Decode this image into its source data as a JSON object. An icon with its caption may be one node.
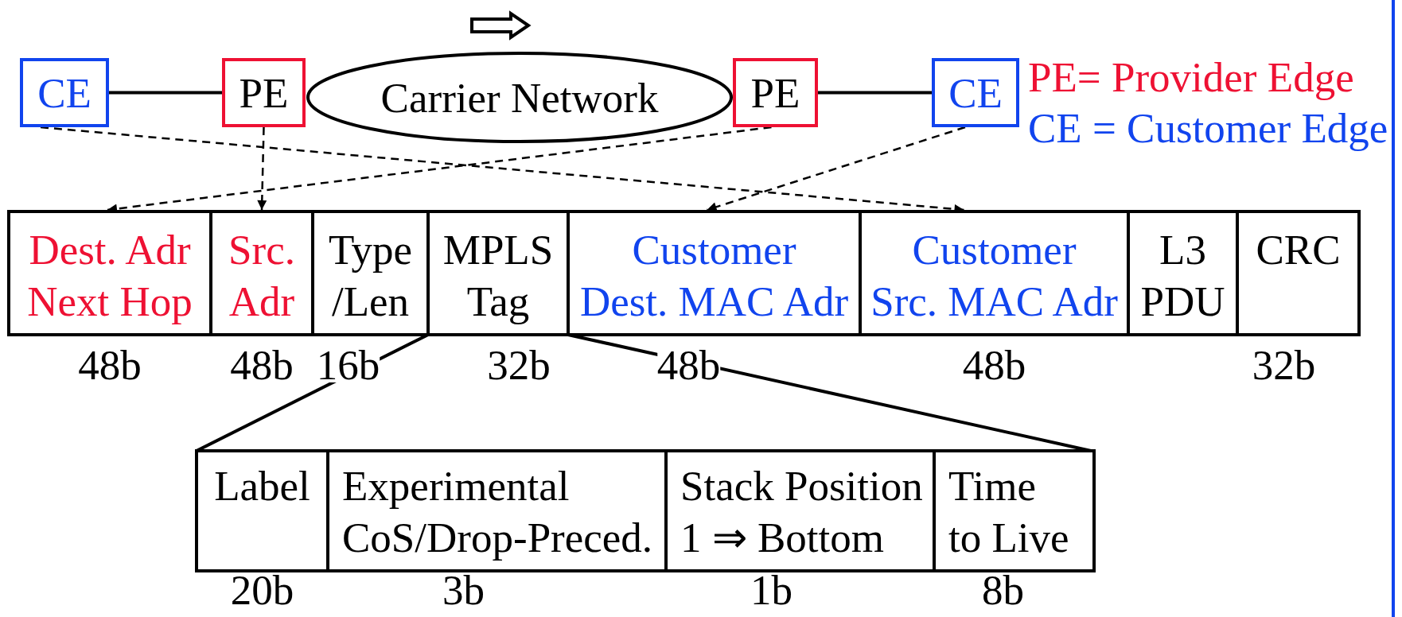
{
  "diagram": {
    "nodes": [
      {
        "text": [
          "CE"
        ]
      },
      {
        "text": [
          "PE"
        ]
      },
      {
        "text": [
          "Carrier Network"
        ]
      },
      {
        "text": [
          "PE"
        ]
      },
      {
        "text": [
          "CE"
        ]
      },
      {
        "text": [
          "Dest. Adr Next Hop"
        ],
        "beside": [
          "48b"
        ]
      },
      {
        "text": [
          "Src. Adr"
        ],
        "beside": [
          "48b"
        ]
      },
      {
        "text": [
          "Type /Len"
        ],
        "beside": [
          "16b"
        ]
      },
      {
        "text": [
          "MPLS Tag"
        ],
        "beside": [
          "32b"
        ]
      },
      {
        "text": [
          "Customer Dest. MAC Adr"
        ],
        "beside": [
          "48b"
        ]
      },
      {
        "text": [
          "Customer Src. MAC Adr"
        ],
        "beside": [
          "48b"
        ]
      },
      {
        "text": [
          "L3 PDU"
        ]
      },
      {
        "text": [
          "CRC"
        ],
        "beside": [
          "32b"
        ]
      },
      {
        "text": [],
        "shape": "box"
      },
      {
        "text": [
          "Label"
        ],
        "in": 13,
        "beside": [
          "20b"
        ]
      },
      {
        "text": [
          "Experimental CoS/Drop-Preced."
        ],
        "in": 13,
        "beside": [
          "3b"
        ]
      },
      {
        "text": [
          "Stack Position 1 ⇒ Bottom"
        ],
        "in": 13,
        "beside": [
          "1b"
        ]
      },
      {
        "text": [
          "Time to Live"
        ],
        "in": 13,
        "beside": [
          "8b"
        ]
      }
    ],
    "edges": [
      {
        "from": 0,
        "to": 1,
        "arrow": "none"
      },
      {
        "from": 3,
        "to": 4,
        "arrow": "none"
      },
      {
        "from": 0,
        "to": 10,
        "arrow": "to",
        "style": "dashed"
      },
      {
        "from": 1,
        "to": 6,
        "arrow": "to",
        "style": "dashed"
      },
      {
        "from": 3,
        "to": 5,
        "arrow": "to",
        "style": "dashed"
      },
      {
        "from": 4,
        "to": 9,
        "arrow": "to",
        "style": "dashed"
      },
      {
        "from": 8,
        "to": 13,
        "arrow": "none"
      },
      {
        "from": 8,
        "to": 13,
        "arrow": "none"
      }
    ],
    "labels": [
      "PE= Provider Edge",
      "CE = Customer Edge"
    ]
  }
}
